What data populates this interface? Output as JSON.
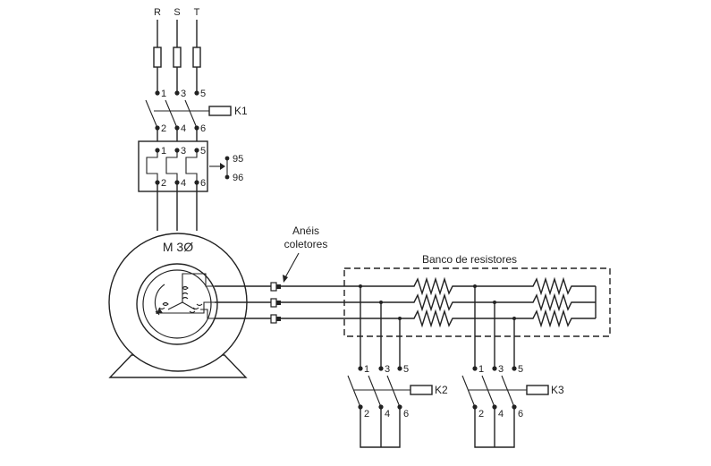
{
  "supply": {
    "phases": [
      "R",
      "S",
      "T"
    ]
  },
  "k1": {
    "label": "K1",
    "top_terminals": [
      "1",
      "3",
      "5"
    ],
    "bottom_terminals": [
      "2",
      "4",
      "6"
    ]
  },
  "overload_relay": {
    "top_terminals": [
      "1",
      "3",
      "5"
    ],
    "bottom_terminals": [
      "2",
      "4",
      "6"
    ],
    "aux_contacts": [
      "95",
      "96"
    ]
  },
  "motor": {
    "label": "M 3Ø"
  },
  "slip_rings": {
    "line1": "Anéis",
    "line2": "coletores"
  },
  "resistor_bank": {
    "title": "Banco de resistores"
  },
  "k2": {
    "label": "K2",
    "top_terminals": [
      "1",
      "3",
      "5"
    ],
    "bottom_terminals": [
      "2",
      "4",
      "6"
    ]
  },
  "k3": {
    "label": "K3",
    "top_terminals": [
      "1",
      "3",
      "5"
    ],
    "bottom_terminals": [
      "2",
      "4",
      "6"
    ]
  }
}
